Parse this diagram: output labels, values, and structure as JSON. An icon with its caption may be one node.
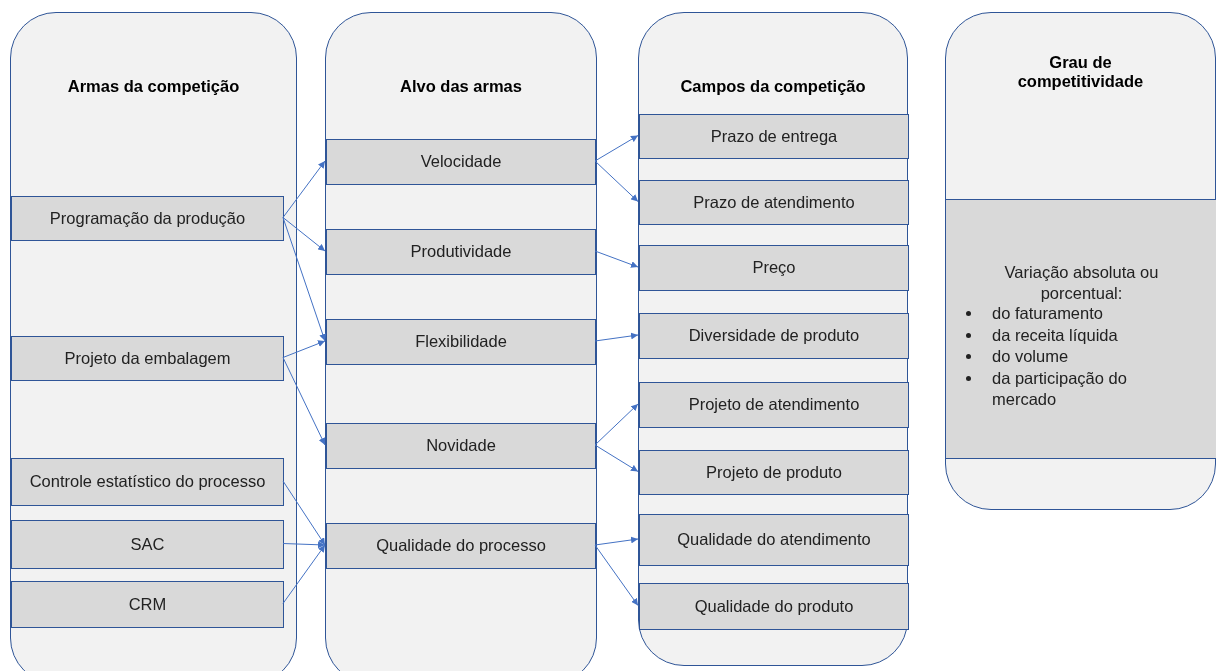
{
  "diagram": {
    "nodes": [
      {
        "text": [
          "Armas da competição"
        ]
      },
      {
        "text": [
          "Programação da produção"
        ],
        "in": 0
      },
      {
        "text": [
          "Projeto da embalagem"
        ],
        "in": 0
      },
      {
        "text": [
          "Controle estatístico do processo"
        ],
        "in": 0
      },
      {
        "text": [
          "SAC"
        ],
        "in": 0
      },
      {
        "text": [
          "CRM"
        ],
        "in": 0
      },
      {
        "text": [
          "Alvo das armas"
        ]
      },
      {
        "text": [
          "Velocidade"
        ],
        "in": 6
      },
      {
        "text": [
          "Produtividade"
        ],
        "in": 6
      },
      {
        "text": [
          "Flexibilidade"
        ],
        "in": 6
      },
      {
        "text": [
          "Novidade"
        ],
        "in": 6
      },
      {
        "text": [
          "Qualidade do processo"
        ],
        "in": 6
      },
      {
        "text": [
          "Campos da competição"
        ]
      },
      {
        "text": [
          "Prazo de entrega"
        ],
        "in": 12
      },
      {
        "text": [
          "Prazo de atendimento"
        ],
        "in": 12
      },
      {
        "text": [
          "Preço"
        ],
        "in": 12
      },
      {
        "text": [
          "Diversidade de produto"
        ],
        "in": 12
      },
      {
        "text": [
          "Projeto de atendimento"
        ],
        "in": 12
      },
      {
        "text": [
          "Projeto de produto"
        ],
        "in": 12
      },
      {
        "text": [
          "Qualidade do atendimento"
        ],
        "in": 12
      },
      {
        "text": [
          "Qualidade do produto"
        ],
        "in": 12
      },
      {
        "text": [
          "Grau de competitividade"
        ]
      },
      {
        "text": [
          "Variação absoluta ou porcentual:",
          "do faturamento",
          "da receita líquida",
          "do volume",
          "da participação do mercado"
        ],
        "in": 21
      }
    ],
    "edges": [
      {
        "from": 1,
        "to": 7,
        "arrow": "to"
      },
      {
        "from": 1,
        "to": 8,
        "arrow": "to"
      },
      {
        "from": 1,
        "to": 9,
        "arrow": "to"
      },
      {
        "from": 2,
        "to": 9,
        "arrow": "to"
      },
      {
        "from": 2,
        "to": 10,
        "arrow": "to"
      },
      {
        "from": 3,
        "to": 11,
        "arrow": "to"
      },
      {
        "from": 4,
        "to": 11,
        "arrow": "to"
      },
      {
        "from": 5,
        "to": 11,
        "arrow": "to"
      },
      {
        "from": 7,
        "to": 13,
        "arrow": "to"
      },
      {
        "from": 7,
        "to": 14,
        "arrow": "to"
      },
      {
        "from": 8,
        "to": 15,
        "arrow": "to"
      },
      {
        "from": 9,
        "to": 16,
        "arrow": "to"
      },
      {
        "from": 10,
        "to": 17,
        "arrow": "to"
      },
      {
        "from": 10,
        "to": 18,
        "arrow": "to"
      },
      {
        "from": 11,
        "to": 19,
        "arrow": "to"
      },
      {
        "from": 11,
        "to": 20,
        "arrow": "to"
      }
    ]
  }
}
